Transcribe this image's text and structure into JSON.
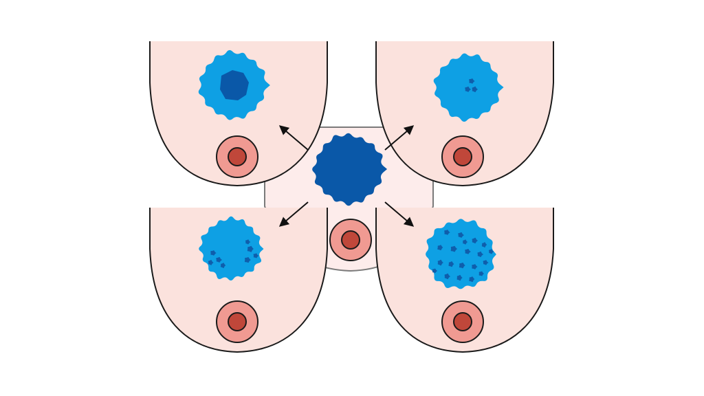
{
  "diagram": {
    "center": {
      "kind": "tumor-cell",
      "color": "#0a58a8"
    },
    "panels": [
      {
        "position": "top-left",
        "pattern": "single-central-blob"
      },
      {
        "position": "top-right",
        "pattern": "small-cluster"
      },
      {
        "position": "bottom-left",
        "pattern": "few-clusters"
      },
      {
        "position": "bottom-right",
        "pattern": "many-spots"
      }
    ],
    "colors": {
      "background": "#ffffff",
      "panel_fill": "#fbe2dd",
      "center_panel_fill": "#fdeceb",
      "outline": "#1a1a1a",
      "center_outline": "#7a7a7a",
      "cell_light": "#0ea0e4",
      "cell_dark": "#0a58a8",
      "spot": "#0f5eab",
      "ring_outer": "#f09a92",
      "ring_inner": "#c0473a",
      "arrow": "#111111"
    }
  }
}
